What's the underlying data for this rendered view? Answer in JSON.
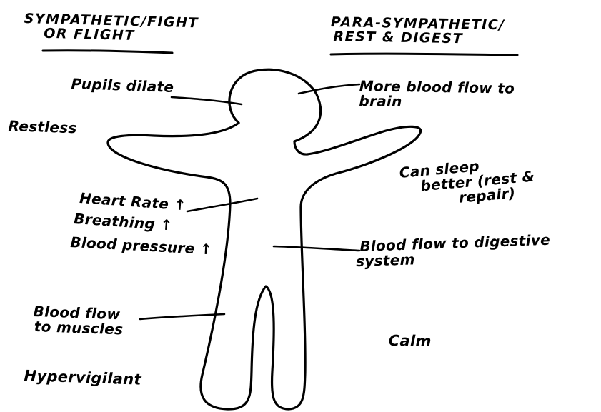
{
  "headers": {
    "sympathetic": {
      "line1": "SYMPATHETIC/FIGHT",
      "line2": "OR FLIGHT"
    },
    "parasympathetic": {
      "line1": "PARA-SYMPATHETIC/",
      "line2": "REST & DIGEST"
    }
  },
  "labels": {
    "pupils": "Pupils dilate",
    "restless": "Restless",
    "heart_rate": "Heart Rate ↑",
    "breathing": "Breathing ↑",
    "blood_pressure": "Blood pressure ↑",
    "blood_flow_muscles": {
      "line1": "Blood flow",
      "line2": "to muscles"
    },
    "hypervigilant": "Hypervigilant",
    "brain": {
      "line1": "More blood flow to",
      "line2": "brain"
    },
    "sleep": {
      "line1": "Can sleep",
      "line2": "better (rest &",
      "line3": "repair)"
    },
    "digestive": {
      "line1": "Blood flow to digestive",
      "line2": "system"
    },
    "calm": "Calm"
  },
  "colors": {
    "ink": "#000000",
    "paper": "#ffffff"
  }
}
